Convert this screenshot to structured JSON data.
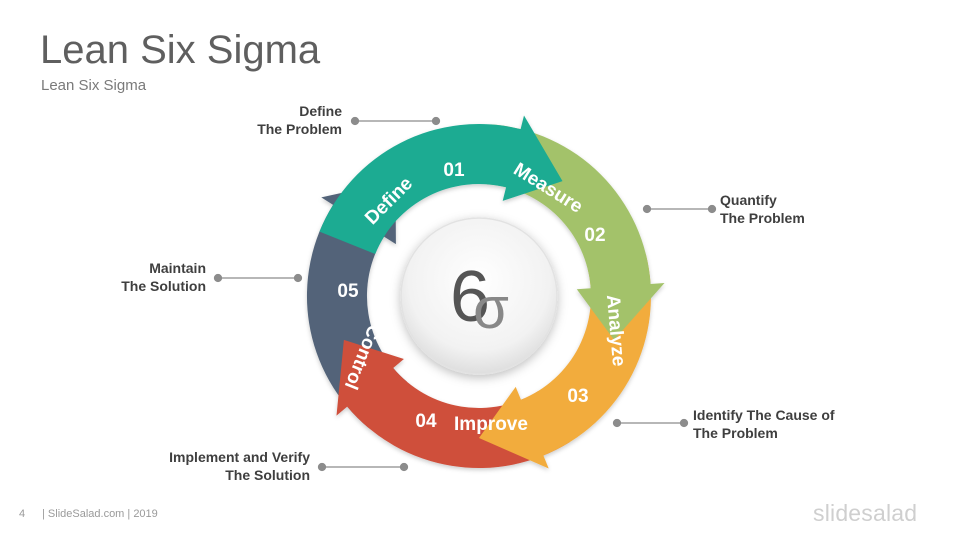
{
  "slide": {
    "title": "Lean Six Sigma",
    "subtitle": "Lean Six Sigma",
    "page_number": "4",
    "footer_text": "| SlideSalad.com | 2019",
    "brand": "slidesalad"
  },
  "center": {
    "symbol_six": "6",
    "symbol_sigma": "σ"
  },
  "steps": [
    {
      "number": "01",
      "name": "Define",
      "color": "#1aab92",
      "label_line1": "Define",
      "label_line2": "The Problem"
    },
    {
      "number": "02",
      "name": "Measure",
      "color": "#a3c26a",
      "label_line1": "Quantify",
      "label_line2": "The Problem"
    },
    {
      "number": "03",
      "name": "Analyze",
      "color": "#f2ac3d",
      "label_line1": "Identify The Cause of",
      "label_line2": "The Problem"
    },
    {
      "number": "04",
      "name": "Improve",
      "color": "#cf4f3b",
      "label_line1": "Implement and Verify",
      "label_line2": "The Solution"
    },
    {
      "number": "05",
      "name": "Control",
      "color": "#526479",
      "label_line1": "Maintain",
      "label_line2": "The Solution"
    }
  ]
}
